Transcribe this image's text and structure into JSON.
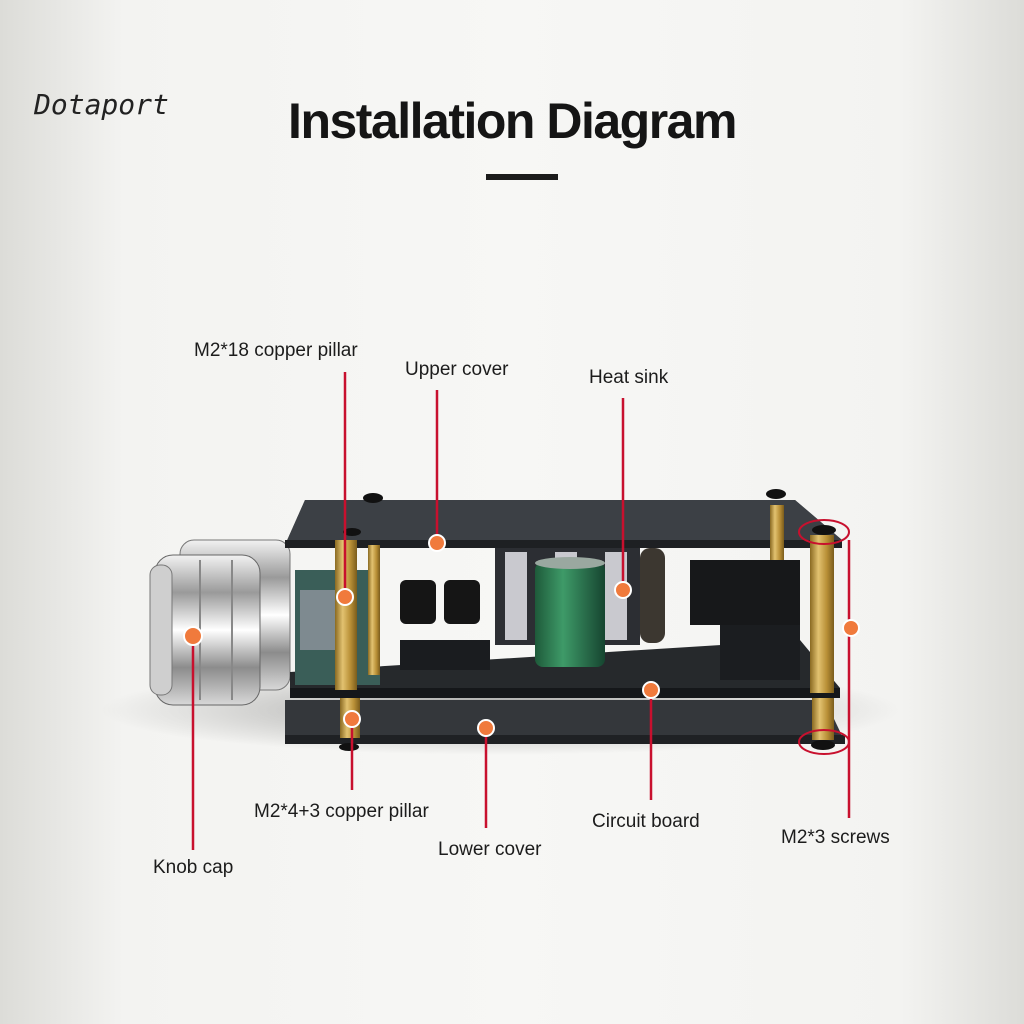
{
  "brand": "Dotaport",
  "title": "Installation Diagram",
  "labels": {
    "copper_pillar_18": "M2*18 copper pillar",
    "upper_cover": "Upper cover",
    "heat_sink": "Heat sink",
    "knob_cap": "Knob cap",
    "copper_pillar_4_3": "M2*4+3 copper pillar",
    "lower_cover": "Lower cover",
    "circuit_board": "Circuit board",
    "screws": "M2*3 screws"
  },
  "colors": {
    "leader_line": "#c8102e",
    "dot": "#f07a3c",
    "brass": "#c9a24a",
    "panel": "#2b2d30"
  }
}
